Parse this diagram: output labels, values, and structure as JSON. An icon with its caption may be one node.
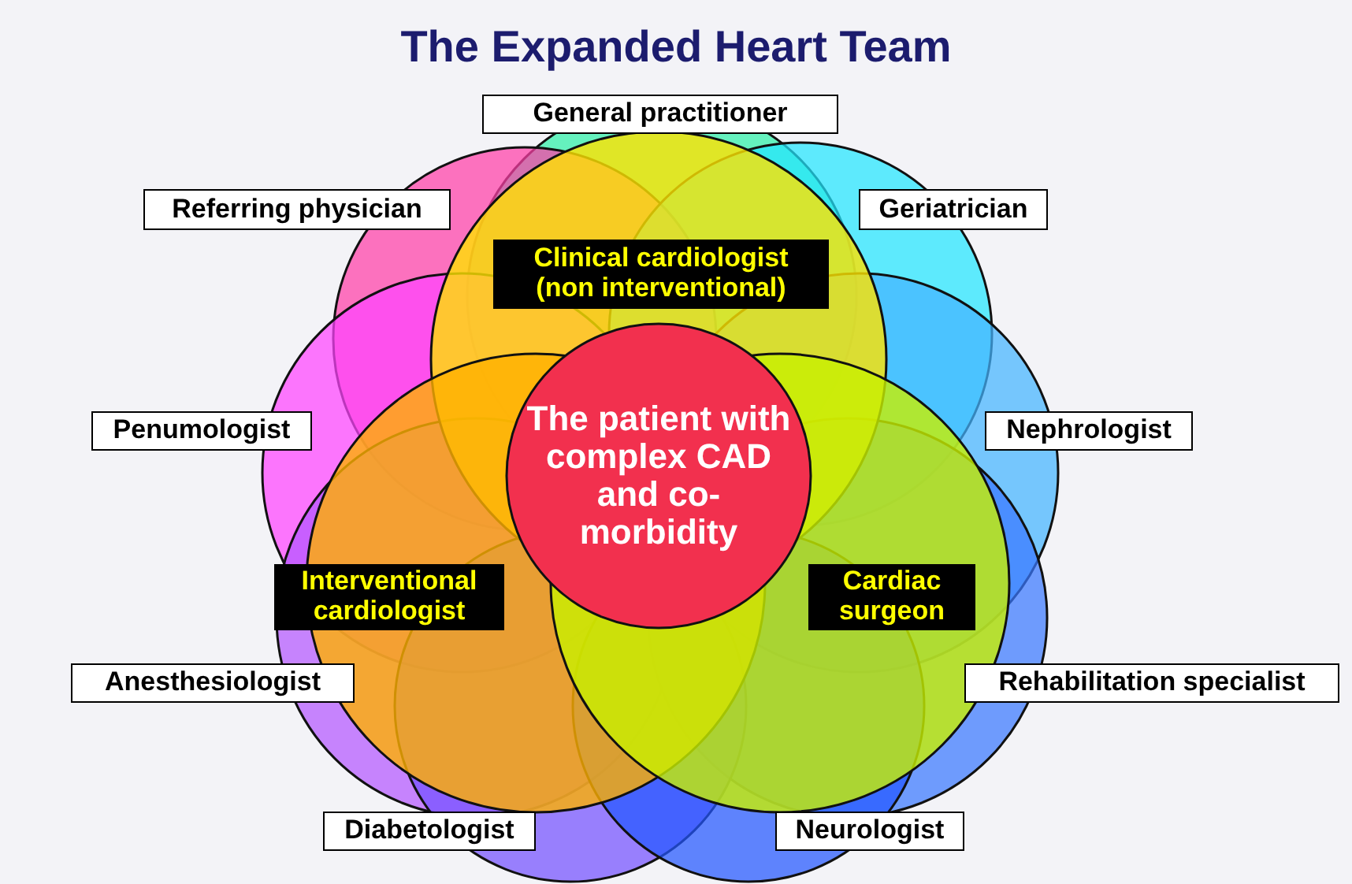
{
  "diagram": {
    "title": "The Expanded Heart Team",
    "nodes": [
      {
        "text": [
          "General practitioner"
        ]
      },
      {
        "text": [
          "Referring physician"
        ]
      },
      {
        "text": [
          "Geriatrician"
        ]
      },
      {
        "text": [
          "Clinical cardiologist (non interventional)"
        ]
      },
      {
        "text": [
          "The patient with complex CAD and co-morbidity"
        ]
      },
      {
        "text": [
          "Penumologist"
        ]
      },
      {
        "text": [
          "Nephrologist"
        ]
      },
      {
        "text": [
          "Interventional cardiologist"
        ]
      },
      {
        "text": [
          "Cardiac surgeon"
        ]
      },
      {
        "text": [
          "Anesthesiologist"
        ]
      },
      {
        "text": [
          "Rehabilitation specialist"
        ]
      },
      {
        "text": [
          "Diabetologist"
        ]
      },
      {
        "text": [
          "Neurologist"
        ]
      }
    ],
    "edges": []
  }
}
